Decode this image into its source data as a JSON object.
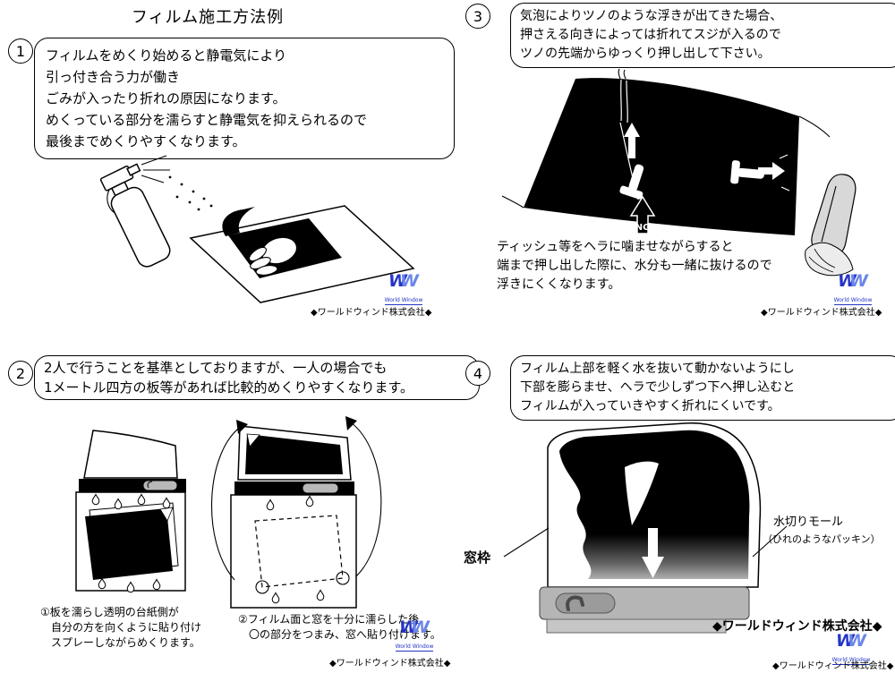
{
  "page": {
    "title": "フィルム施工方法例"
  },
  "logo": {
    "w": "W",
    "name": "World Window",
    "company": "◆ワールドウィンド株式会社◆"
  },
  "steps": {
    "step1": {
      "number": "1",
      "note": "フィルムをめくり始めると静電気により\n引っ付き合う力が働き\nごみが入ったり折れの原因になります。\nめくっている部分を濡らすと静電気を抑えられるので\n最後までめくりやすくなります。"
    },
    "step2": {
      "number": "2",
      "note": "2人で行うことを基準としておりますが、一人の場合でも\n1メートル四方の板等があれば比較的めくりやすくなります。",
      "caption1": "①板を濡らし透明の台紙側が\n　自分の方を向くように貼り付け\n　スプレーしながらめくります。",
      "caption2": "②フィルム面と窓を十分に濡らした後\n　〇の部分をつまみ、窓へ貼り付けます。"
    },
    "step3": {
      "number": "3",
      "note": "気泡によりツノのような浮きが出てきた場合、\n押さえる向きによっては折れてスジが入るので\nツノの先端からゆっくり押し出して下さい。",
      "ng": "NG",
      "tip": "ティッシュ等をヘラに噛ませながらすると\n端まで押し出した際に、水分も一緒に抜けるので\n浮きにくくなります。"
    },
    "step4": {
      "number": "4",
      "note": "フィルム上部を軽く水を抜いて動かないようにし\n下部を膨らませ、ヘラで少しずつ下へ押し込むと\nフィルムが入っていきやすく折れにくいです。",
      "window_frame": "窓枠",
      "molding": "水切りモール",
      "molding_sub": "（ひれのようなパッキン）"
    }
  }
}
